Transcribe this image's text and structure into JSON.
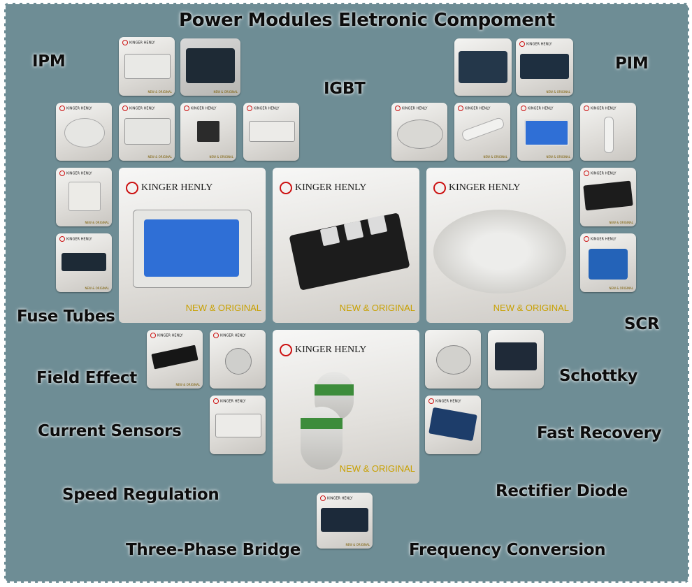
{
  "title": "Power Modules Eletronic Compoment",
  "labels": {
    "ipm": "IPM",
    "igbt": "IGBT",
    "pim": "PIM",
    "fuse_tubes": "Fuse Tubes",
    "scr": "SCR",
    "field_effect": "Field Effect",
    "schottky": "Schottky",
    "current_sensors": "Current Sensors",
    "fast_recovery": "Fast Recovery",
    "speed_regulation": "Speed Regulation",
    "rectifier_diode": "Rectifier Diode",
    "three_phase_bridge": "Three-Phase Bridge",
    "frequency_conversion": "Frequency Conversion"
  },
  "brand": "KINGER HENLY",
  "tag": "NEW & ORIGINAL",
  "colors": {
    "background": "#6e8d95",
    "border": "#ffffff",
    "module_blue": "#2f6fd6",
    "module_black": "#1c1c1c",
    "tag_gold": "#c8a000"
  }
}
